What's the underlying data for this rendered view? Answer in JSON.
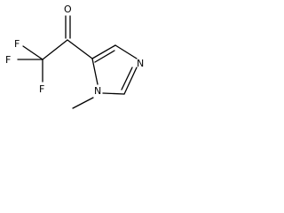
{
  "molecule": {
    "atoms": {
      "O": "O",
      "F_top": "F",
      "F_left": "F",
      "F_bottom": "F",
      "N_ring": "N",
      "N_methyl": "N"
    }
  }
}
